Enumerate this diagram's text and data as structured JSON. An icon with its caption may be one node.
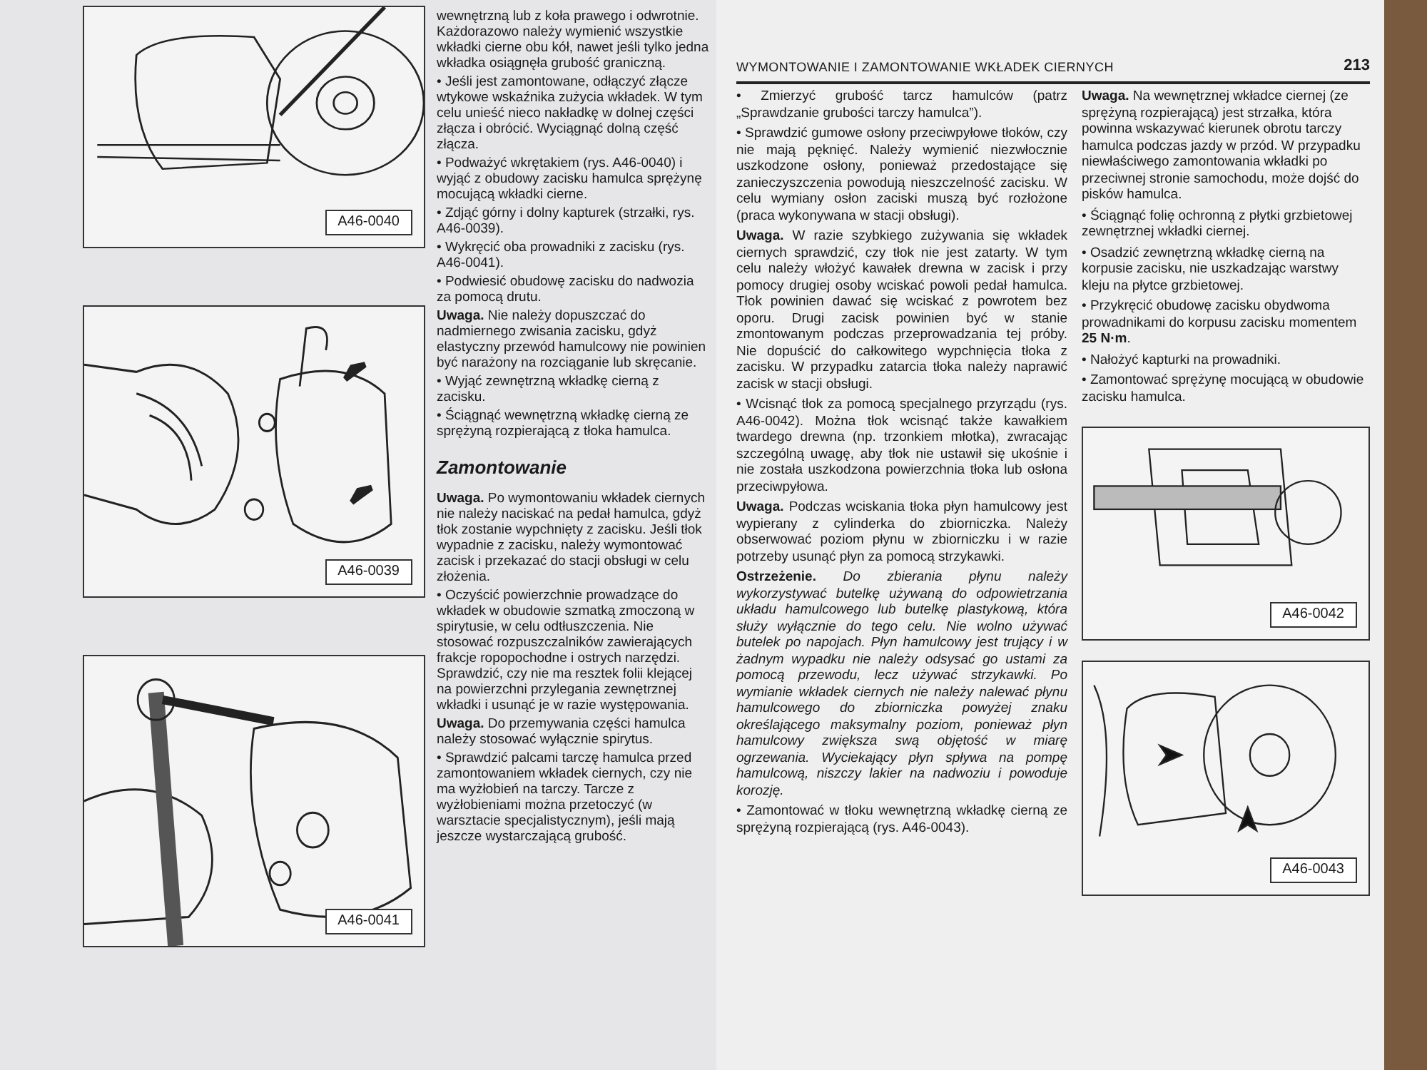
{
  "diagram": {
    "nodes": [
      {
        "text": [
          "A46-0040"
        ]
      },
      {
        "text": [
          "A46-0039"
        ]
      },
      {
        "text": [
          "A46-0041"
        ]
      },
      {
        "text": [
          "A46-0042"
        ]
      },
      {
        "text": [
          "A46-0043"
        ]
      }
    ],
    "labels": [
      "wewnętrzną lub z koła prawego i odwrotnie. Każdorazowo należy wymienić wszystkie wkładki cierne obu kół, nawet jeśli tylko jedna wkładka osiągnęła grubość graniczną.",
      "• Jeśli jest zamontowane, odłączyć złącze wtykowe wskaźnika zużycia wkładek. W tym celu unieść nieco nakładkę w dolnej części złącza i obrócić. Wyciągnąć dolną część złącza.",
      "• Podważyć wkrętakiem (rys. A46-0040) i wyjąć z obudowy zacisku hamulca sprężynę mocującą wkładki cierne.",
      "• Zdjąć górny i dolny kapturek (strzałki, rys. A46-0039).",
      "• Wykręcić oba prowadniki z zacisku (rys. A46-0041).",
      "• Podwiesić obudowę zacisku do nadwozia za pomocą drutu.",
      "**Uwaga.** Nie należy dopuszczać do nadmiernego zwisania zacisku, gdyż elastyczny przewód hamulcowy nie powinien być narażony na rozciąganie lub skręcanie.",
      "• Wyjąć zewnętrzną wkładkę cierną z zacisku.",
      "• Ściągnąć wewnętrzną wkładkę cierną ze sprężyną rozpierającą z tłoka hamulca.",
      "Zamontowanie",
      "**Uwaga.** Po wymontowaniu wkładek ciernych nie należy naciskać na pedał hamulca, gdyż tłok zostanie wypchnięty z zacisku. Jeśli tłok wypadnie z zacisku, należy wymontować zacisk i przekazać do stacji obsługi w celu złożenia.",
      "• Oczyścić powierzchnie prowadzące do wkładek w obudowie szmatką zmoczoną w spirytusie, w celu odtłuszczenia. Nie stosować rozpuszczalników zawierających frakcje ropopochodne i ostrych narzędzi. Sprawdzić, czy nie ma resztek folii klejącej na powierzchni przylegania zewnętrznej wkładki i usunąć je w razie występowania.",
      "**Uwaga.** Do przemywania części hamulca należy stosować wyłącznie spirytus.",
      "• Sprawdzić palcami tarczę hamulca przed zamontowaniem wkładek ciernych, czy nie ma wyżłobień na tarczy. Tarcze z wyżłobieniami można przetoczyć (w warsztacie specjalistycznym), jeśli mają jeszcze wystarczającą grubość.",
      "WYMONTOWANIE I ZAMONTOWANIE WKŁADEK CIERNYCH",
      "213",
      "• Zmierzyć grubość tarcz hamulców (patrz „Sprawdzanie grubości tarczy hamulca”).",
      "• Sprawdzić gumowe osłony przeciwpyłowe tłoków, czy nie mają pęknięć. Należy wymienić niezwłocznie uszkodzone osłony, ponieważ przedostające się zanieczyszczenia powodują nieszczelność zacisku. W celu wymiany osłon zaciski muszą być rozłożone (praca wykonywana w stacji obsługi).",
      "**Uwaga.** W razie szybkiego zużywania się wkładek ciernych sprawdzić, czy tłok nie jest zatarty. W tym celu należy włożyć kawałek drewna w zacisk i przy pomocy drugiej osoby wciskać powoli pedał hamulca. Tłok powinien dawać się wciskać z powrotem bez oporu. Drugi zacisk powinien być w stanie zmontowanym podczas przeprowadzania tej próby. Nie dopuścić do całkowitego wypchnięcia tłoka z zacisku. W przypadku zatarcia tłoka należy naprawić zacisk w stacji obsługi.",
      "• Wcisnąć tłok za pomocą specjalnego przyrządu (rys. A46-0042). Można tłok wcisnąć także kawałkiem twardego drewna (np. trzonkiem młotka), zwracając szczególną uwagę, aby tłok nie ustawił się ukośnie i nie została uszkodzona powierzchnia tłoka lub osłona przeciwpyłowa.",
      "**Uwaga.** Podczas wciskania tłoka płyn hamulcowy jest wypierany z cylinderka do zbiorniczka. Należy obserwować poziom płynu w zbiorniczku i w razie potrzeby usunąć płyn za pomocą strzykawki.",
      "**Ostrzeżenie.** *Do zbierania płynu należy wykorzystywać butelkę używaną do odpowietrzania układu hamulcowego lub butelkę plastykową, która służy wyłącznie do tego celu. Nie wolno używać butelek po napojach. Płyn hamulcowy jest trujący i w żadnym wypadku nie należy odsysać go ustami za pomocą przewodu, lecz używać strzykawki. Po wymianie wkładek ciernych nie należy nalewać płynu hamulcowego do zbiorniczka powyżej znaku określającego maksymalny poziom, ponieważ płyn hamulcowy zwiększa swą objętość w miarę ogrzewania. Wyciekający płyn spływa na pompę hamulcową, niszczy lakier na nadwoziu i powoduje korozję.*",
      "• Zamontować w tłoku wewnętrzną wkładkę cierną ze sprężyną rozpierającą (rys. A46-0043).",
      "**Uwaga.** Na wewnętrznej wkładce ciernej (ze sprężyną rozpierającą) jest strzałka, która powinna wskazywać kierunek obrotu tarczy hamulca podczas jazdy w przód. W przypadku niewłaściwego zamontowania wkładki po przeciwnej stronie samochodu, może dojść do pisków hamulca.",
      "• Ściągnąć folię ochronną z płytki grzbietowej zewnętrznej wkładki ciernej.",
      "• Osadzić zewnętrzną wkładkę cierną na korpusie zacisku, nie uszkadzając warstwy kleju na płytce grzbietowej.",
      "• Przykręcić obudowę zacisku obydwoma prowadnikami do korpusu zacisku momentem **25 N·m**.",
      "• Nałożyć kapturki na prowadniki.",
      "• Zamontować sprężynę mocującą w obudowie zacisku hamulca."
    ]
  }
}
